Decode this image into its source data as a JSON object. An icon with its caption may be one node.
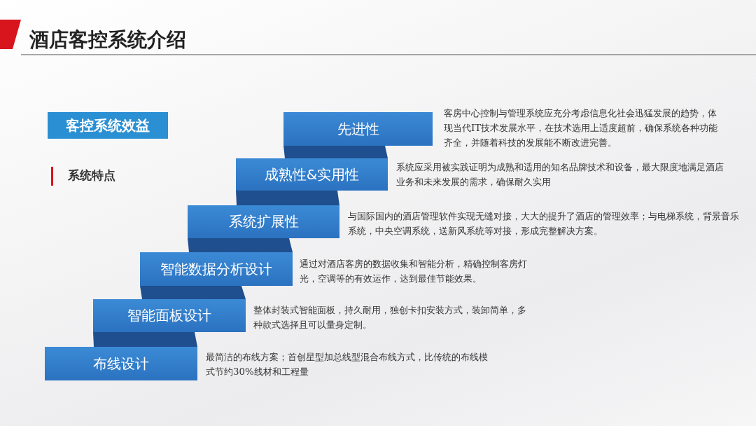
{
  "diagram": {
    "title": "酒店客控系统介绍",
    "nodes": [
      {
        "text": [
          "客控系统效益"
        ]
      },
      {
        "text": [
          "先进性"
        ],
        "beside": [
          "客房中心控制与管理系统应充分考虑信息化社会迅猛发展的趋势，体现当代IT技术发展水平，在技术选用上适度超前，确保系统各种功能齐全，并随着科技的发展能不断改进完善。"
        ]
      },
      {
        "text": [
          "成熟性&实用性"
        ],
        "beside": [
          "系统应采用被实践证明为成熟和适用的知名品牌技术和设备，最大限度地满足酒店业务和未来发展的需求，确保耐久实用"
        ]
      },
      {
        "text": [
          "系统扩展性"
        ],
        "beside": [
          "与国际国内的酒店管理软件实现无缝对接，大大的提升了酒店的管理效率；与电梯系统，背景音乐系统，中央空调系统，送新风系统等对接，形成完整解决方案。"
        ]
      },
      {
        "text": [
          "智能数据分析设计"
        ],
        "beside": [
          "通过对酒店客房的数据收集和智能分析，精确控制客房灯光，空调等的有效运作，达到最佳节能效果。"
        ]
      },
      {
        "text": [
          "智能面板设计"
        ],
        "beside": [
          "整体封装式智能面板，持久耐用，独创卡扣安装方式，装卸简单，多种款式选择且可以量身定制。"
        ]
      },
      {
        "text": [
          "布线设计"
        ],
        "beside": [
          "最简洁的布线方案；首创星型加总线型混合布线方式，比传统的布线模式节约30%线材和工程量"
        ]
      }
    ],
    "labels": [
      "系统特点"
    ]
  }
}
